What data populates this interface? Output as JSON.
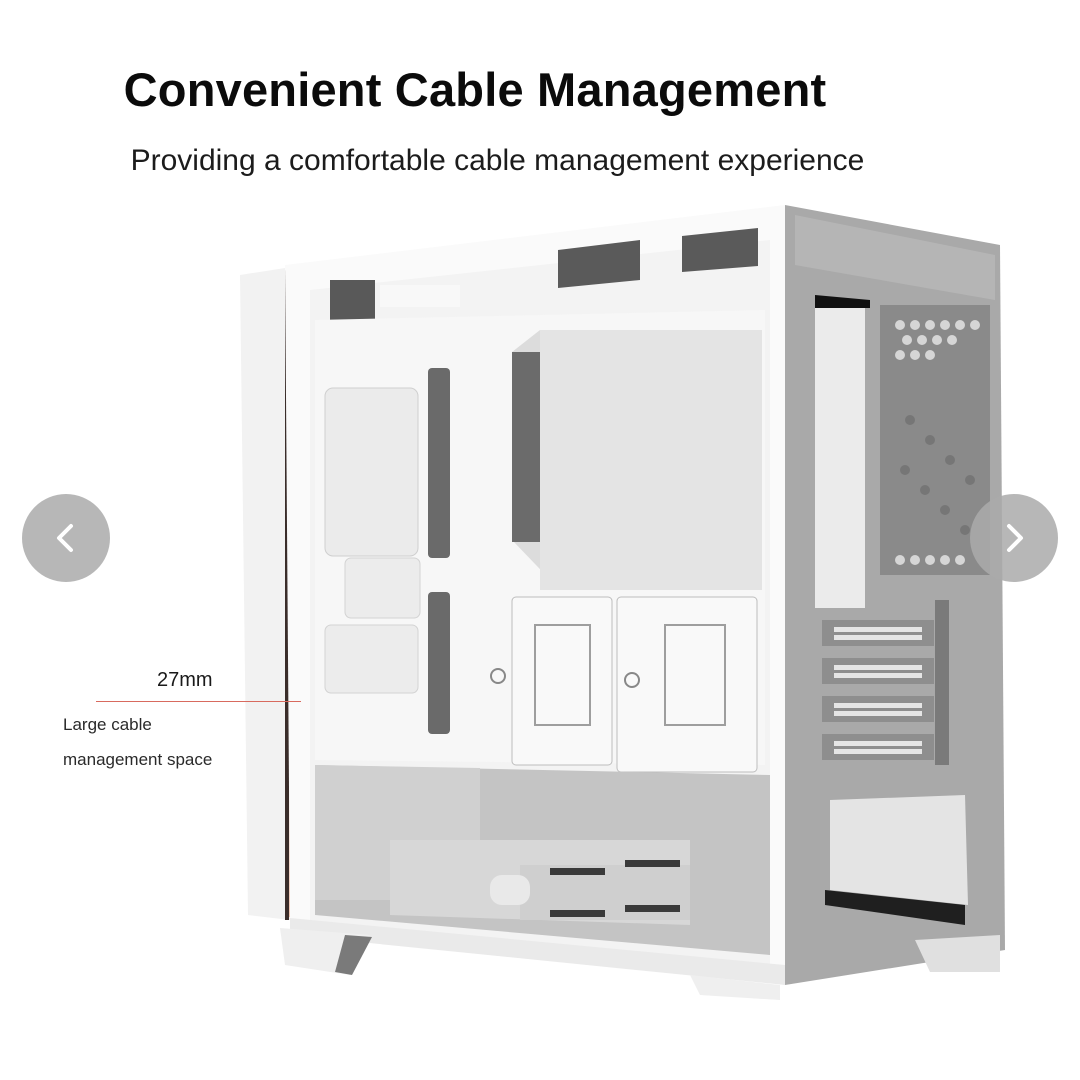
{
  "carousel": {
    "title": "Convenient Cable Management",
    "subtitle": "Providing a comfortable cable management experience",
    "annotation": {
      "dimension": "27mm",
      "label_line1": "Large cable",
      "label_line2": "management space"
    },
    "product": {
      "name": "white-pc-case",
      "highlight_color": "#eec4b0",
      "annotation_line_color": "#d86a5e"
    },
    "controls": {
      "prev_icon": "chevron-left-icon",
      "next_icon": "chevron-right-icon",
      "button_color": "#aaaaaa"
    }
  }
}
